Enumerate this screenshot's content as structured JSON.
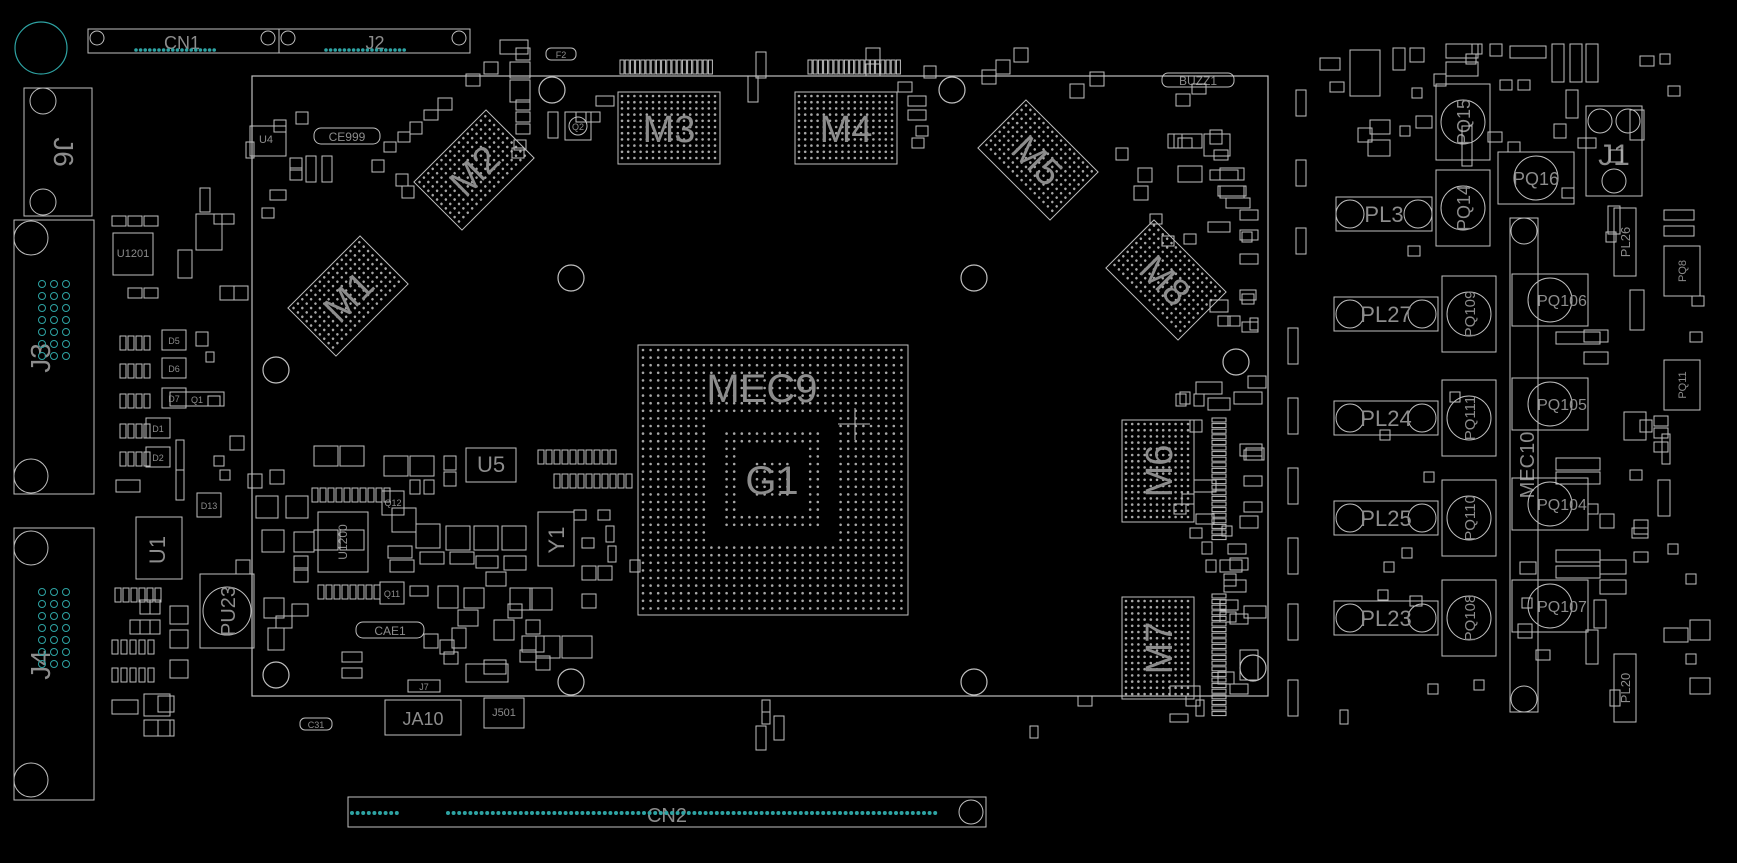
{
  "colors": {
    "background": "#000000",
    "outline": "#bfbfbf",
    "label": "#8c8c8c",
    "pad": "#a6a6a6",
    "teal_pin": "#2ea3a3"
  },
  "connectors": {
    "cn1": "CN1",
    "j2": "J2",
    "cn2": "CN2",
    "j1": "J1",
    "j3": "J3",
    "j4": "J4",
    "j6": "J6",
    "ja10": "JA10",
    "j501": "J501",
    "j7": "J7"
  },
  "chips": {
    "m1": "M1",
    "m2": "M2",
    "m3": "M3",
    "m4": "M4",
    "m5": "M5",
    "m6": "M6",
    "m7": "M7",
    "m8": "M8",
    "mec9": "MEC9",
    "g1": "G1",
    "u1": "U1",
    "u5": "U5",
    "u1200": "U1200",
    "u1201": "U1201",
    "y1": "Y1",
    "pu23": "PU23",
    "mec10": "MEC10"
  },
  "power": {
    "pl3": "PL3",
    "pl23": "PL23",
    "pl24": "PL24",
    "pl25": "PL25",
    "pl27": "PL27",
    "pl26": "PL26",
    "pl20": "PL20",
    "pq8": "PQ8",
    "pq11": "PQ11",
    "pq14": "PQ14",
    "pq15": "PQ15",
    "pq16": "PQ16",
    "pq104": "PQ104",
    "pq105": "PQ105",
    "pq106": "PQ106",
    "pq107": "PQ107",
    "pq108": "PQ108",
    "pq109": "PQ109",
    "pq110": "PQ110",
    "pq111": "PQ111"
  },
  "small_parts": {
    "buzz1": "BUZZ1",
    "ce999": "CE999",
    "cae1": "CAE1",
    "u4": "U4",
    "q2": "Q2",
    "d13": "D13",
    "q11": "Q11",
    "q12": "Q12",
    "q1": "Q1",
    "d1": "D1",
    "d2": "D2",
    "d5": "D5",
    "d6": "D6",
    "d7": "D7",
    "c31": "C31",
    "f2": "F2"
  }
}
